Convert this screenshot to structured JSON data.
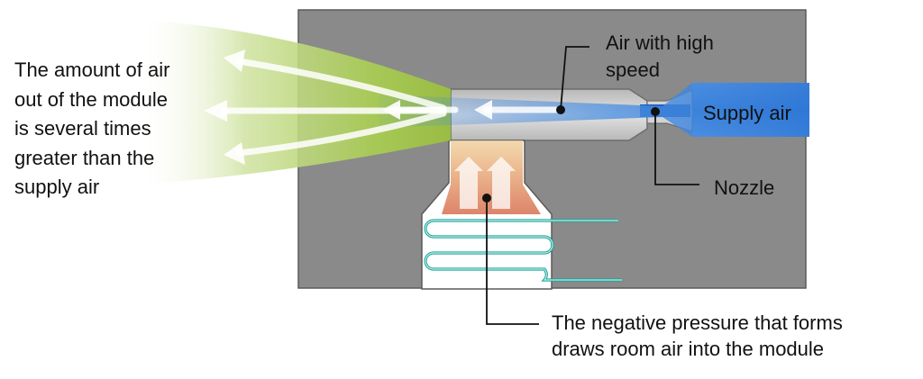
{
  "labels": {
    "outflow": "The amount of air\nout of the module\nis several times\ngreater than the\nsupply air",
    "high_speed": "Air with high\nspeed",
    "supply": "Supply air",
    "nozzle": "Nozzle",
    "negative_pressure": "The negative pressure that forms\ndraws room air into the module"
  },
  "colors": {
    "module_body": "#8a8a8a",
    "channel": "#c9c9c9",
    "supply_jet": "#3f86df",
    "outflow_plume": "#9fc63f",
    "induced_air": "#e8a070",
    "coil": "#1aa39a",
    "callout_line": "#111111"
  }
}
